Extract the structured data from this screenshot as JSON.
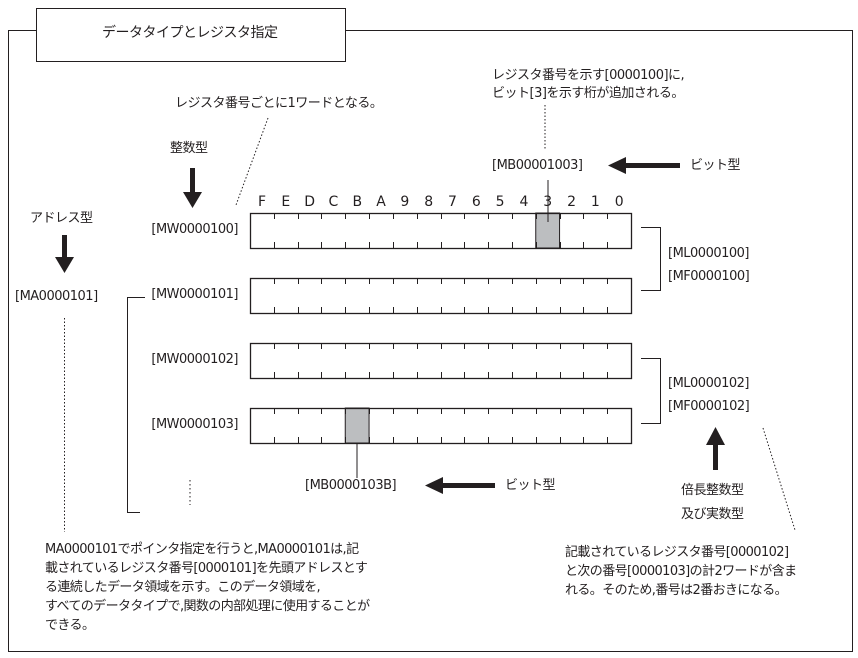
{
  "title": "データタイプとレジスタ指定",
  "bit_note": [
    "レジスタ番号を示す[0000100]に,",
    "ビット[3]を示す桁が追加される。"
  ],
  "word_note": "レジスタ番号ごとに1ワードとなる。",
  "integer_type": "整数型",
  "address_type": "アドレス型",
  "address_register": "[MA0000101]",
  "bit_register_top": "[MB00001003]",
  "bit_type_top": "ビット型",
  "bit_register_bottom": "[MB0000103B]",
  "bit_type_bottom": "ビット型",
  "bit_labels": [
    "F",
    "E",
    "D",
    "C",
    "B",
    "A",
    "9",
    "8",
    "7",
    "6",
    "5",
    "4",
    "3",
    "2",
    "1",
    "0"
  ],
  "registers": [
    {
      "label": "[MW0000100]",
      "highlight_bit": "3"
    },
    {
      "label": "[MW0000101]",
      "highlight_bit": null
    },
    {
      "label": "[MW0000102]",
      "highlight_bit": null
    },
    {
      "label": "[MW0000103]",
      "highlight_bit": "B"
    }
  ],
  "double_word_1": [
    "[ML0000100]",
    "[MF0000100]"
  ],
  "double_word_2": [
    "[ML0000102]",
    "[MF0000102]"
  ],
  "double_type": [
    "倍長整数型",
    "及び実数型"
  ],
  "left_note": [
    "MA0000101でポインタ指定を行うと,MA0000101は,記",
    "載されているレジスタ番号[0000101]を先頭アドレスとす",
    "る連続したデータ領域を示す。このデータ領域を,",
    "すべてのデータタイプで,関数の内部処理に使用することが",
    "できる。"
  ],
  "right_note": [
    "記載されているレジスタ番号[0000102]",
    "と次の番号[0000103]の計2ワードが含ま",
    "れる。そのため,番号は2番おきになる。"
  ],
  "highlight_color": "#bcbec0"
}
